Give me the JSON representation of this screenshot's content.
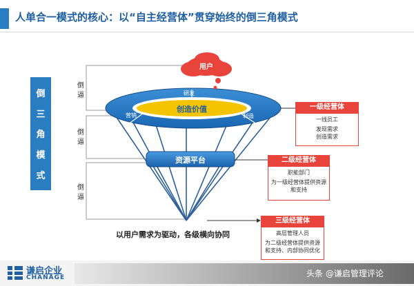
{
  "header": {
    "title": "人单合一模式的核心：以“自主经营体”贯穿始终的倒三角模式"
  },
  "sidebar": {
    "chars": [
      "倒",
      "三",
      "角",
      "模",
      "式"
    ]
  },
  "side_labels": [
    [
      "倒",
      "逼"
    ],
    [
      "倒",
      "逼"
    ],
    [
      "倒",
      "逼"
    ]
  ],
  "diagram": {
    "user": "用户",
    "center": "创造价值",
    "ring_labels": {
      "top": "研发",
      "left": "营销",
      "right": "制造"
    },
    "platform": "资源平台",
    "bottom": "以用户需求为驱动，各级横向协同"
  },
  "tiers": [
    {
      "head": "一级经营体",
      "lines": [
        "一线员工",
        "发现需求",
        "创造需求"
      ]
    },
    {
      "head": "二级经营体",
      "lines": [
        "职能部门",
        "为一级经营体提供资源",
        "和支持"
      ]
    },
    {
      "head": "三级经营体",
      "lines": [
        "高层管理人员",
        "为二级经营体提供资源",
        "和支持、内部协同优化"
      ]
    }
  ],
  "footer": {
    "logo_cn": "谦启企业",
    "logo_en": "CHANAGE",
    "watermark": "头条 @谦启管理评论"
  },
  "colors": {
    "brand": "#2a7dc1",
    "accent": "#e8443b",
    "center": "#f5c400"
  }
}
